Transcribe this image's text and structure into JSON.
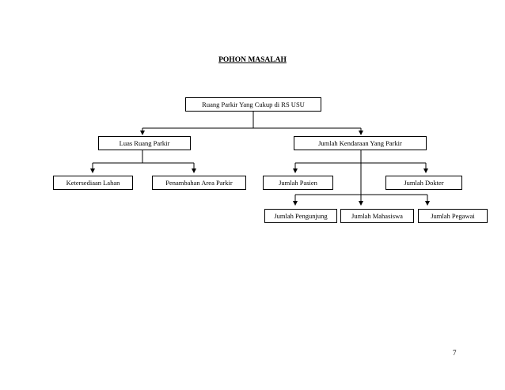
{
  "title": "POHON MASALAH",
  "nodes": {
    "root": "Ruang Parkir Yang Cukup di RS USU",
    "luas": "Luas Ruang Parkir",
    "kendaraan": "Jumlah Kendaraan Yang Parkir",
    "lahan": "Ketersediaan Lahan",
    "penambahan": "Penambahan Area Parkir",
    "pasien": "Jumlah Pasien",
    "dokter": "Jumlah Dokter",
    "pengunjung": "Jumlah Pengunjung",
    "mahasiswa": "Jumlah Mahasiswa",
    "pegawai": "Jumlah Pegawai"
  },
  "page_number": "7"
}
